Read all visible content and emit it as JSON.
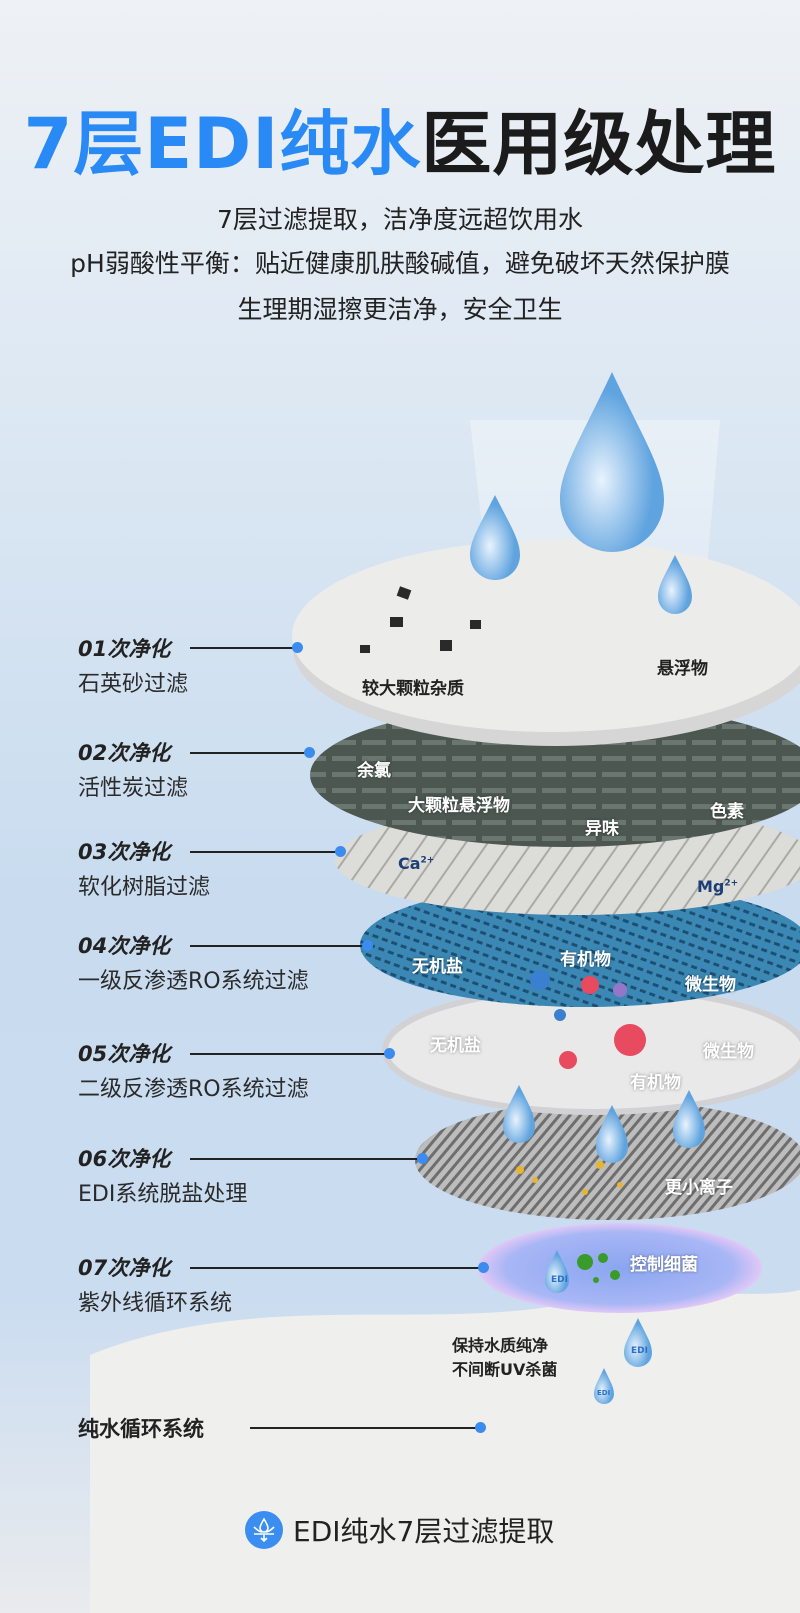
{
  "header": {
    "title_blue": "7层EDI纯水",
    "title_dark": "医用级处理",
    "lines": [
      "7层过滤提取，洁净度远超饮用水",
      "pH弱酸性平衡：贴近健康肌肤酸碱值，避免破坏天然保护膜",
      "生理期湿擦更洁净，安全卫生"
    ]
  },
  "steps": [
    {
      "step": "01次净化",
      "name": "石英砂过滤"
    },
    {
      "step": "02次净化",
      "name": "活性炭过滤"
    },
    {
      "step": "03次净化",
      "name": "软化树脂过滤"
    },
    {
      "step": "04次净化",
      "name": "一级反渗透RO系统过滤"
    },
    {
      "step": "05次净化",
      "name": "二级反渗透RO系统过滤"
    },
    {
      "step": "06次净化",
      "name": "EDI系统脱盐处理"
    },
    {
      "step": "07次净化",
      "name": "紫外线循环系统"
    }
  ],
  "final_step": "纯水循环系统",
  "layer_labels": {
    "l1": [
      "较大颗粒杂质",
      "悬浮物"
    ],
    "l2": [
      "余氯",
      "大颗粒悬浮物",
      "异味",
      "色素"
    ],
    "l3": [
      "Ca",
      "2+",
      "Mg",
      "2+"
    ],
    "l4": [
      "无机盐",
      "有机物",
      "微生物"
    ],
    "l5": [
      "无机盐",
      "微生物",
      "有机物"
    ],
    "l6": [
      "更小离子"
    ],
    "l7": [
      "控制细菌"
    ],
    "uv": [
      "保持水质纯净",
      "不间断UV杀菌"
    ],
    "drop_text": "EDI"
  },
  "footer": {
    "text": "EDI纯水7层过滤提取",
    "icon": "water-filter-icon"
  },
  "colors": {
    "accent": "#2a8af5",
    "dot": "#3c8cf0"
  }
}
